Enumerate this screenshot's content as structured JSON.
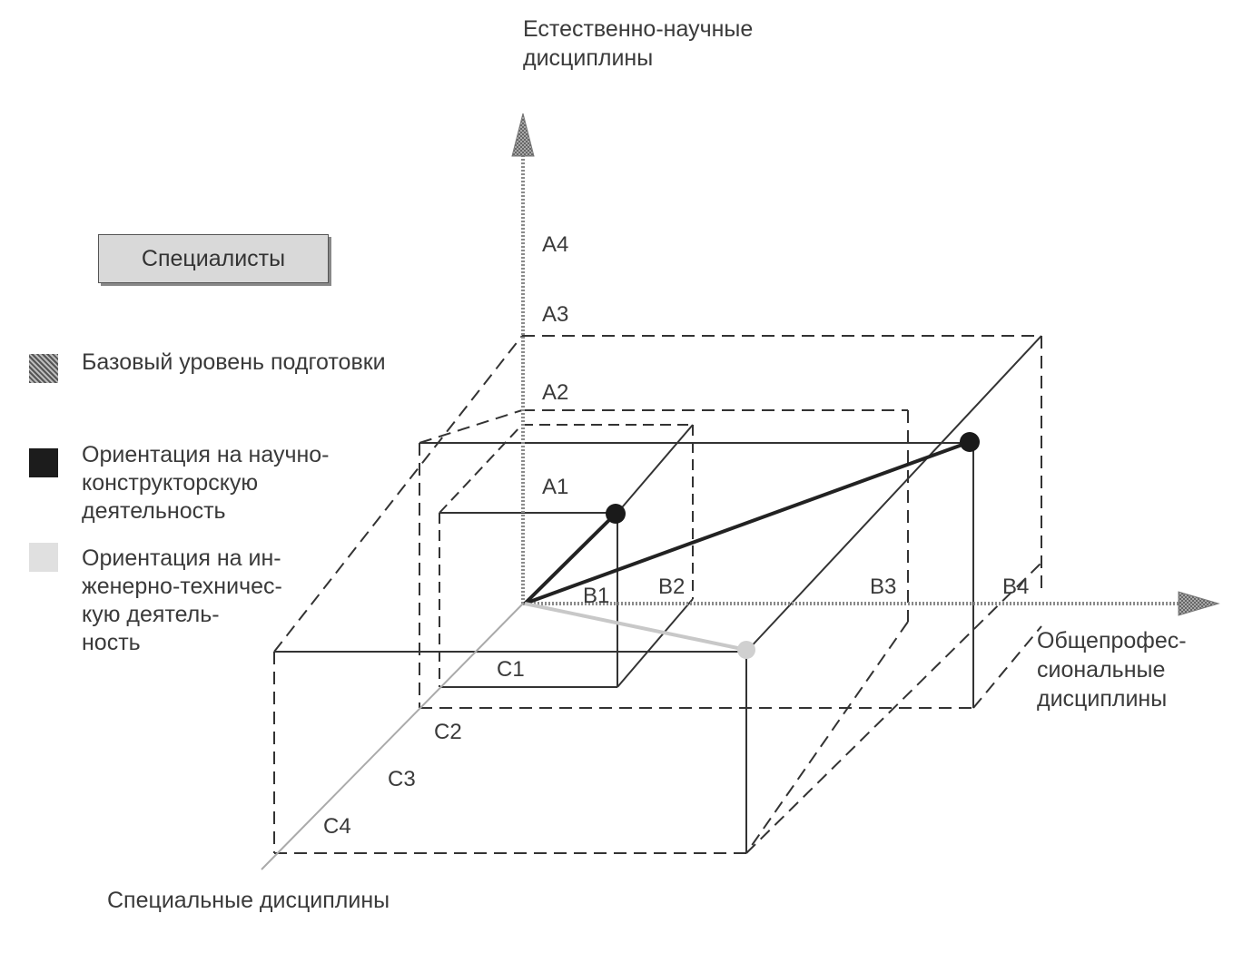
{
  "axes": {
    "vertical_title_line1": "Естественно-научные",
    "vertical_title_line2": "дисциплины",
    "horizontal_title_line1": "Общепрофес-",
    "horizontal_title_line2": "сиональные",
    "horizontal_title_line3": "дисциплины",
    "depth_title": "Специальные дисциплины"
  },
  "title_box": "Специалисты",
  "legend": [
    {
      "label_lines": [
        "Базовый уровень подготовки"
      ],
      "swatch": "hatched-dark"
    },
    {
      "label_lines": [
        "Ориентация на научно-",
        "конструкторскую",
        "деятельность"
      ],
      "swatch": "black"
    },
    {
      "label_lines": [
        "Ориентация на ин-",
        "женерно-техничес-",
        "кую деятель-",
        "ность"
      ],
      "swatch": "light-gray"
    }
  ],
  "ticks": {
    "a": [
      "A1",
      "A2",
      "A3",
      "A4"
    ],
    "b": [
      "B1",
      "B2",
      "B3",
      "B4"
    ],
    "c": [
      "C1",
      "C2",
      "C3",
      "C4"
    ]
  },
  "colors": {
    "ink": "#333333",
    "axis": "#8a8a8a",
    "dark_marker": "#1a1a1a",
    "light_marker": "#d0d0d0",
    "title_fill": "#d9d9d9"
  }
}
